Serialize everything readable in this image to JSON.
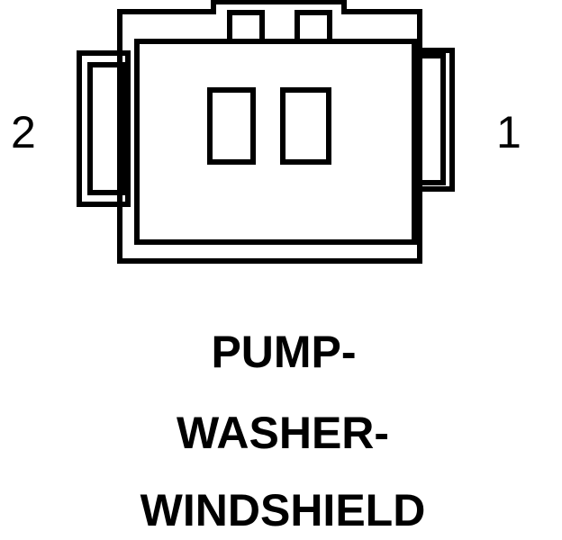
{
  "pins": {
    "left": "2",
    "right": "1"
  },
  "caption": {
    "line1": "PUMP-",
    "line2": "WASHER-",
    "line3": "WINDSHIELD"
  },
  "colors": {
    "ink": "#000000",
    "background": "#ffffff"
  }
}
